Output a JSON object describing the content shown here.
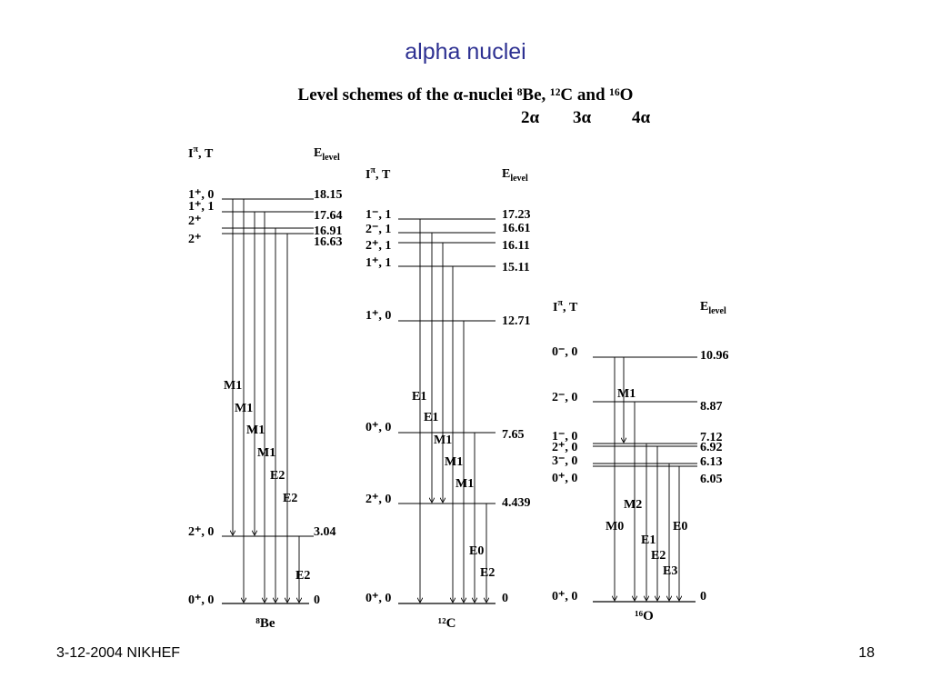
{
  "slide": {
    "title": "alpha nuclei",
    "footer_left": "3-12-2004 NIKHEF",
    "footer_right": "18"
  },
  "figure": {
    "heading": "Level schemes of the α-nuclei ⁸Be, ¹²C and ¹⁶O",
    "alpha_labels": [
      "2α",
      "3α",
      "4α"
    ],
    "column_header_spin": "Iπ, T",
    "column_header_energy": "Elevel",
    "nuclei": [
      {
        "name": "⁸Be",
        "levels": [
          {
            "spin": "1⁺, 0",
            "energy": "18.15"
          },
          {
            "spin": "1⁺, 1",
            "energy": "17.64"
          },
          {
            "spin": "2⁺",
            "energy": "16.91"
          },
          {
            "spin": "2⁺",
            "energy": "16.63"
          },
          {
            "spin": "2⁺, 0",
            "energy": "3.04"
          },
          {
            "spin": "0⁺, 0",
            "energy": "0"
          }
        ],
        "transitions": [
          "M1",
          "M1",
          "M1",
          "M1",
          "E2",
          "E2",
          "E2"
        ]
      },
      {
        "name": "¹²C",
        "levels": [
          {
            "spin": "1⁻, 1",
            "energy": "17.23"
          },
          {
            "spin": "2⁻, 1",
            "energy": "16.61"
          },
          {
            "spin": "2⁺, 1",
            "energy": "16.11"
          },
          {
            "spin": "1⁺, 1",
            "energy": "15.11"
          },
          {
            "spin": "1⁺, 0",
            "energy": "12.71"
          },
          {
            "spin": "0⁺, 0",
            "energy": "7.65"
          },
          {
            "spin": "2⁺, 0",
            "energy": "4.439"
          },
          {
            "spin": "0⁺, 0",
            "energy": "0"
          }
        ],
        "transitions": [
          "E1",
          "E1",
          "M1",
          "M1",
          "M1",
          "E0",
          "E2"
        ]
      },
      {
        "name": "¹⁶O",
        "levels": [
          {
            "spin": "0⁻, 0",
            "energy": "10.96"
          },
          {
            "spin": "2⁻, 0",
            "energy": "8.87"
          },
          {
            "spin": "1⁻, 0",
            "energy": "7.12"
          },
          {
            "spin": "2⁺, 0",
            "energy": "6.92"
          },
          {
            "spin": "3⁻, 0",
            "energy": "6.13"
          },
          {
            "spin": "0⁺, 0",
            "energy": "6.05"
          },
          {
            "spin": "0⁺, 0",
            "energy": "0"
          }
        ],
        "transitions": [
          "M1",
          "M2",
          "M0",
          "E0",
          "E1",
          "E2",
          "E3"
        ]
      }
    ]
  }
}
